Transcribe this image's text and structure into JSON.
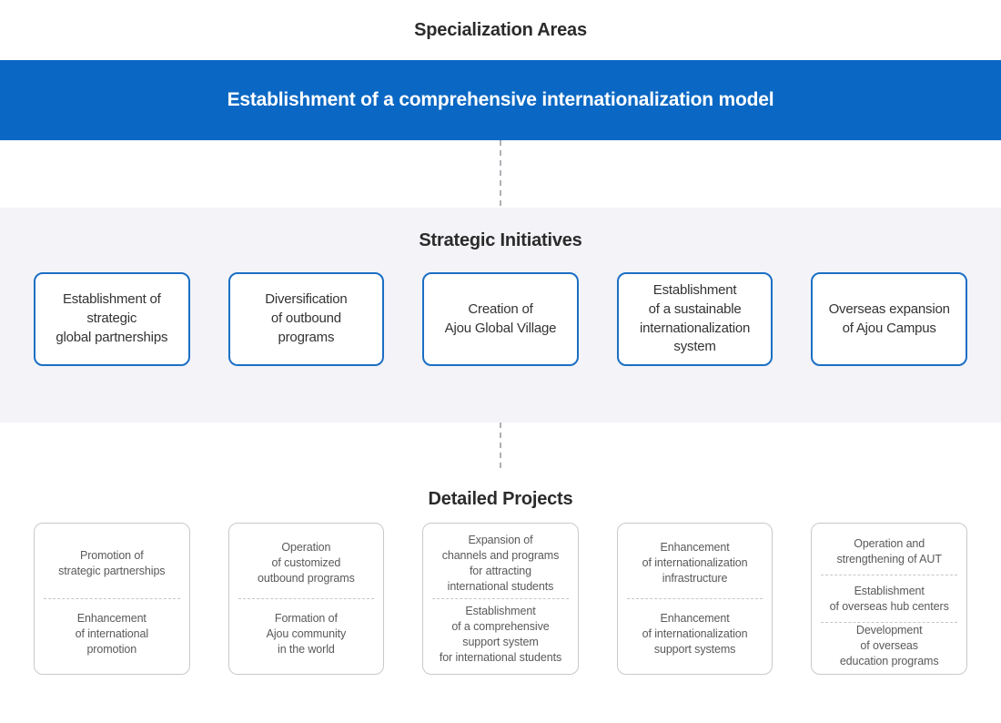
{
  "colors": {
    "banner_bg": "#0a68c4",
    "banner_text": "#ffffff",
    "strategic_box_border": "#1b6fc4",
    "strategic_section_bg": "#f3f3f8",
    "detailed_box_border": "#c9c9c9",
    "divider": "#c6c6c6",
    "connector": "#b0b0b5",
    "title_text": "#2b2b2b",
    "strategic_text": "#333333",
    "detailed_text": "#595959"
  },
  "header": {
    "title": "Specialization Areas",
    "banner": "Establishment of a comprehensive internationalization model"
  },
  "strategic": {
    "title": "Strategic Initiatives",
    "items": [
      "Establishment of\nstrategic\nglobal partnerships",
      "Diversification\nof outbound\nprograms",
      "Creation of\nAjou Global Village",
      "Establishment\nof a sustainable\ninternationalization\nsystem",
      "Overseas expansion\nof Ajou Campus"
    ]
  },
  "detailed": {
    "title": "Detailed Projects",
    "columns": [
      {
        "items": [
          "Promotion of\nstrategic partnerships",
          "Enhancement\nof international\npromotion"
        ]
      },
      {
        "items": [
          "Operation\nof customized\noutbound programs",
          "Formation of\nAjou community\nin the world"
        ]
      },
      {
        "items": [
          "Expansion of\nchannels and programs\nfor attracting\ninternational students",
          "Establishment\nof a comprehensive\nsupport system\nfor international students"
        ]
      },
      {
        "items": [
          "Enhancement\nof internationalization\ninfrastructure",
          "Enhancement\nof internationalization\nsupport systems"
        ]
      },
      {
        "items": [
          "Operation and\nstrengthening of AUT",
          "Establishment\nof overseas hub centers",
          "Development\nof overseas\neducation programs"
        ]
      }
    ]
  }
}
